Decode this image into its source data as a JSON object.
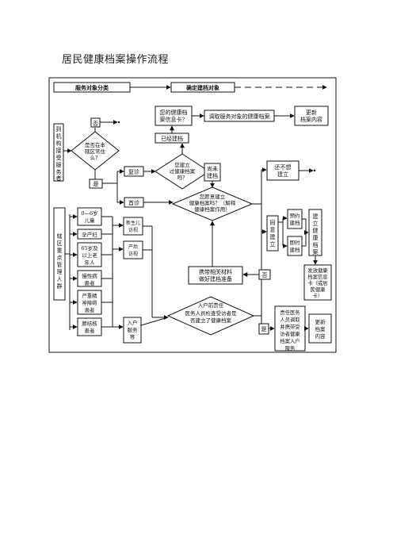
{
  "title": "居民健康档案操作流程",
  "header": {
    "service_class": "服务对象分类",
    "determine_file": "确定建档对象"
  },
  "nodes": {
    "visit_source": "到机构接受服务者",
    "resident_question": "是否在本辖区常住么？",
    "no_top": "否",
    "yes_left": "是",
    "revisit": "复诊",
    "first_visit": "首诊",
    "already_filed_q": "您已建立过健康档案吗？",
    "already_filed": "已经建档",
    "your_card_q": "您的健康档案信息卡？",
    "retrieve_file": "调取服务对象的健康档案",
    "update_file": "更新档案内容",
    "not_filed": "尚未建档",
    "not_want": "还不想建立",
    "willing_q": "您愿意建立健康档案吗？（解释健康档案作用）",
    "agree": "同意建立",
    "appointment": "预约建档",
    "immediate": "即时建档",
    "create_file": "建立健康档案",
    "issue_card": "发放健康档案信息卡（或居民健康卡）",
    "bring_materials": "携带相关材料做好建档准备",
    "no_right": "否",
    "household": "入户前责任医务人员检查受访者是否建立了健康档案",
    "yes_bottom": "是",
    "responsible": "责任医务人员调取并携带受访者健康档案入户服务",
    "update_bottom": "更新档案内容",
    "key_group": "辖区重点管理人群",
    "g_child": "0—6岁儿童",
    "g_pregnant": "孕产妇",
    "g_elderly": "65岁及以上老年人",
    "g_chronic": "慢性病患者",
    "g_mental": "严重精神障碍患者",
    "g_tb": "肺结核患者",
    "newborn_visit": "新生儿访视",
    "postpartum_visit": "产后访视",
    "home_service": "入户服务等"
  }
}
